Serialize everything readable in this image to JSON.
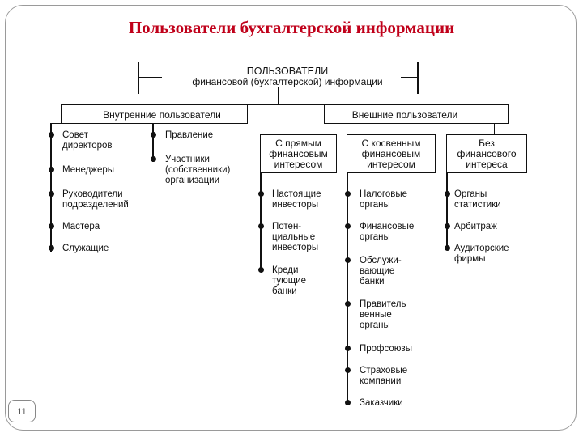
{
  "title": "Пользователи бухгалтерской информации",
  "page_number": "11",
  "root": {
    "line1": "ПОЛЬЗОВАТЕЛИ",
    "line2": "финансовой (бухгалтерской) информации"
  },
  "internal": {
    "header": "Внутренние пользователи",
    "left_items": [
      [
        "Совет",
        "директоров"
      ],
      [
        "Менеджеры"
      ],
      [
        "Руководители",
        "подразделений"
      ],
      [
        "Мастера"
      ],
      [
        "Служащие"
      ]
    ],
    "right_items": [
      [
        "Правление"
      ],
      [
        "Участники",
        "(собственники)",
        "организации"
      ]
    ]
  },
  "external": {
    "header": "Внешние пользователи",
    "groups": [
      {
        "header": [
          "С прямым",
          "финансовым",
          "интересом"
        ],
        "items": [
          [
            "Настоящие",
            "инвесторы"
          ],
          [
            "Потен-",
            "циальные",
            "инвесторы"
          ],
          [
            "Креди",
            "тующие",
            "банки"
          ]
        ]
      },
      {
        "header": [
          "С косвенным",
          "финансовым",
          "интересом"
        ],
        "items": [
          [
            "Налоговые",
            "органы"
          ],
          [
            "Финансовые",
            "органы"
          ],
          [
            "Обслужи-",
            "вающие",
            "банки"
          ],
          [
            "Правитель",
            "венные",
            "органы"
          ],
          [
            "Профсоюзы"
          ],
          [
            "Страховые",
            "компании"
          ],
          [
            "Заказчики"
          ]
        ]
      },
      {
        "header": [
          "Без",
          "финансового",
          "интереса"
        ],
        "items": [
          [
            "Органы",
            "статистики"
          ],
          [
            "Арбитраж"
          ],
          [
            "Аудиторские",
            "фирмы"
          ]
        ]
      }
    ]
  }
}
